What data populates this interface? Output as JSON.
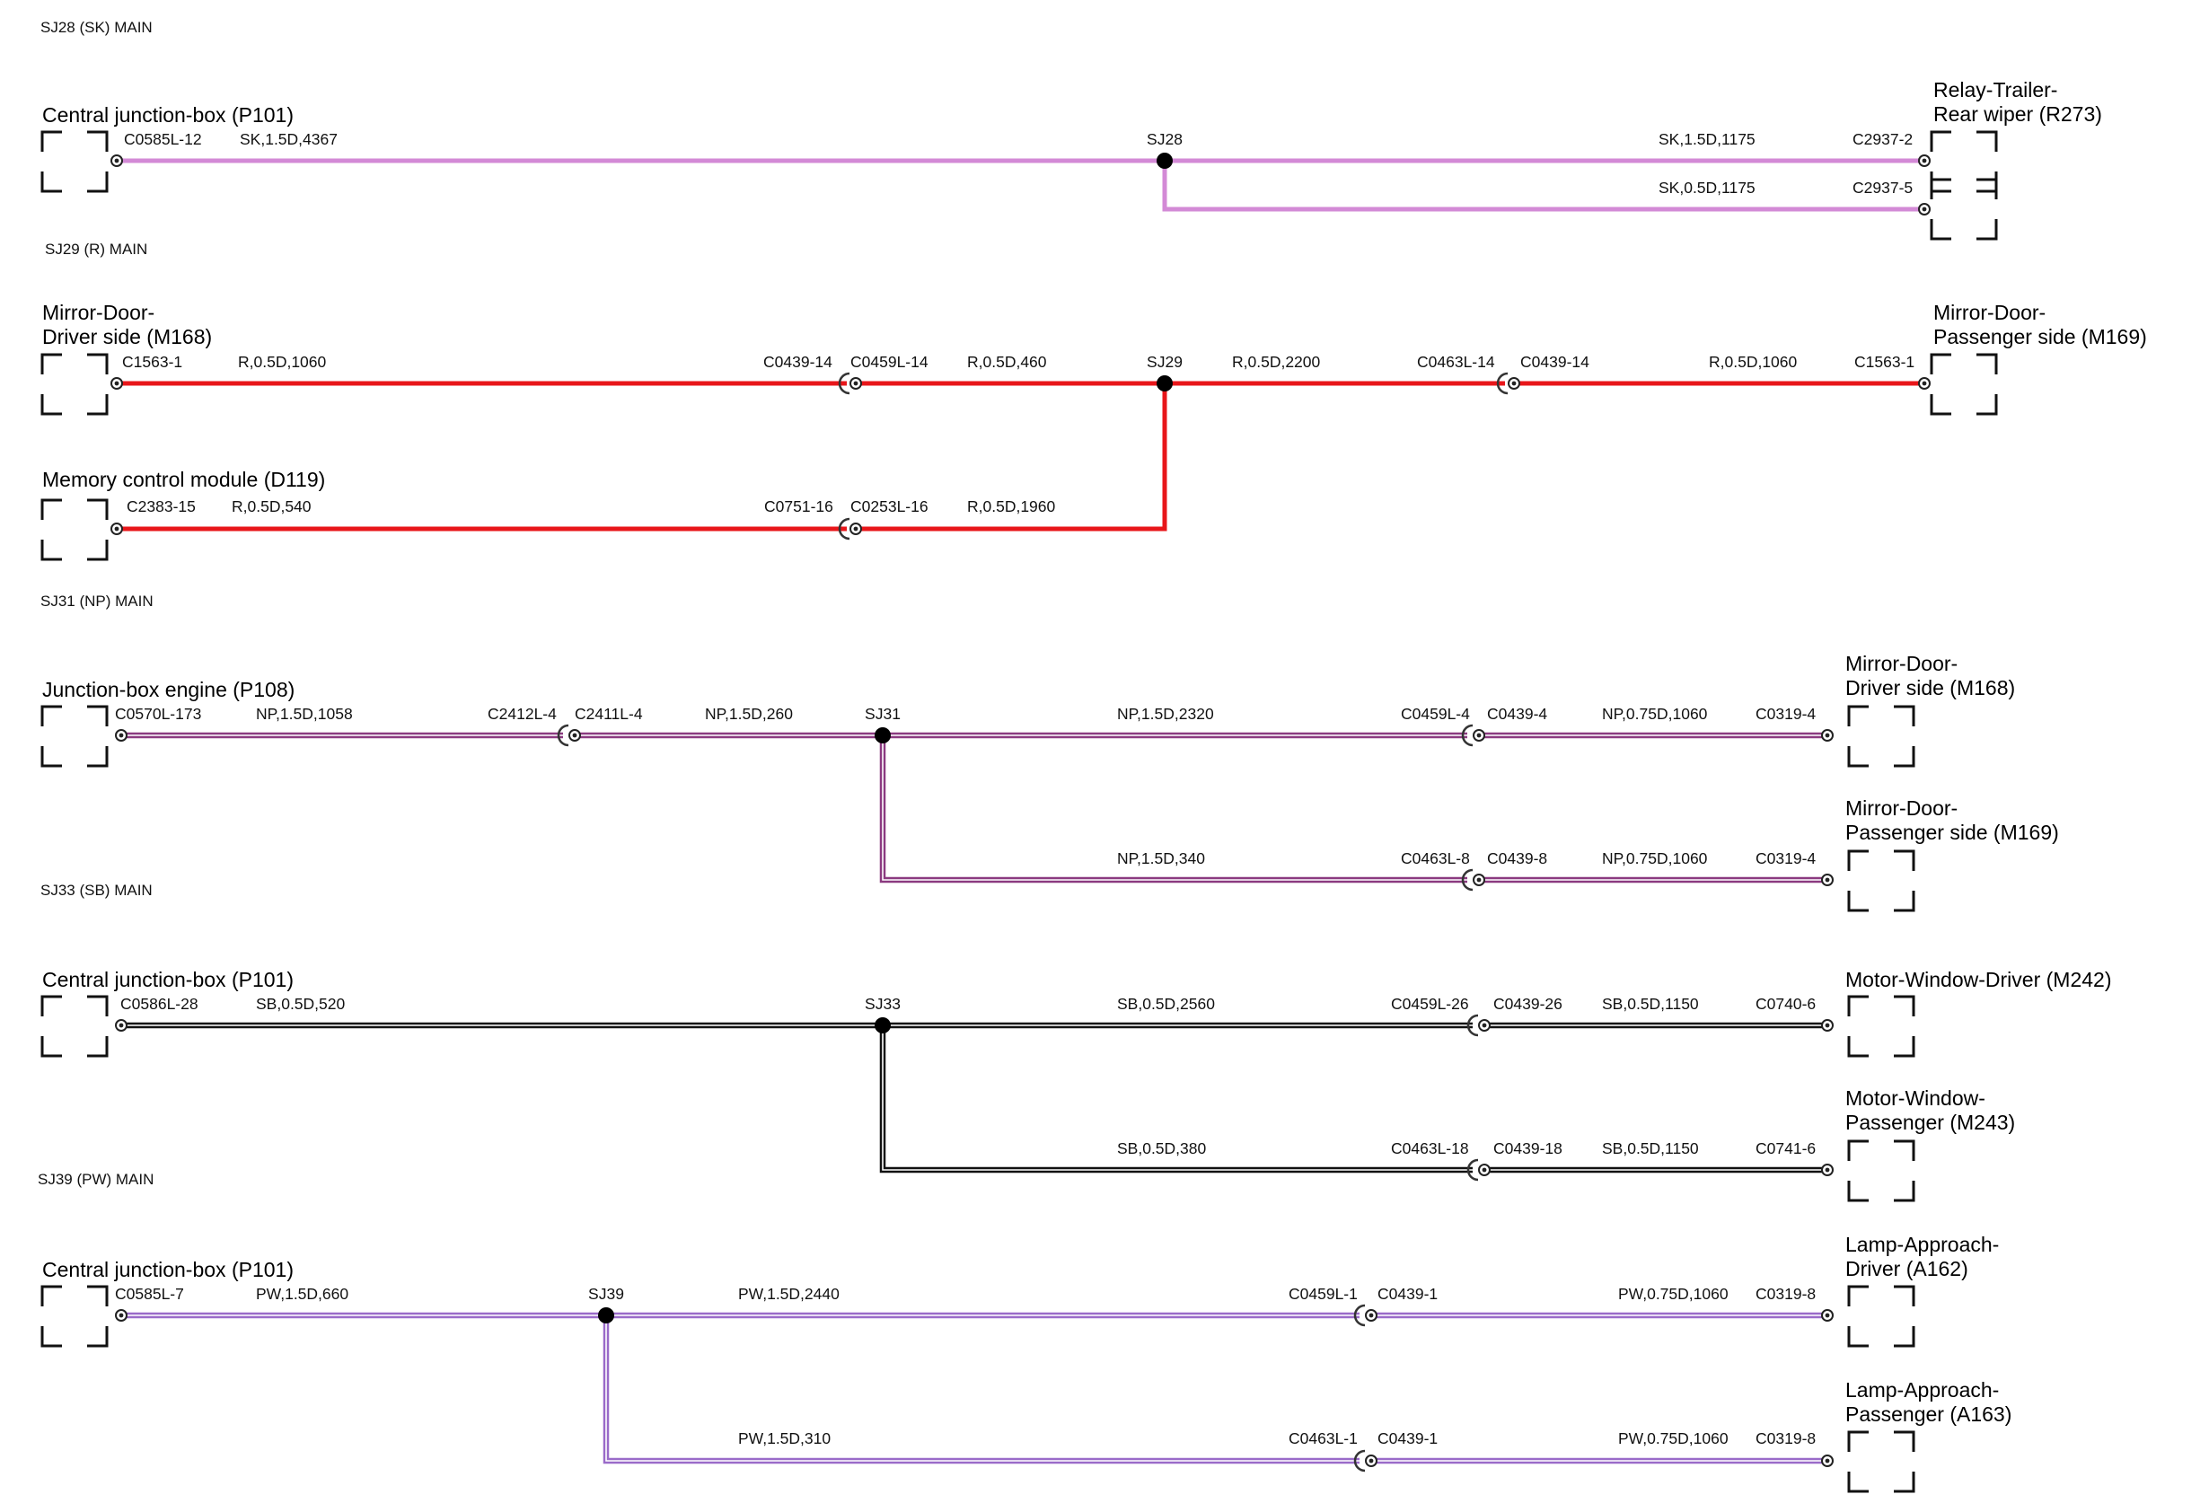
{
  "sections": [
    {
      "title": "SJ28 (SK) MAIN",
      "wire_color": "#d38ad6",
      "wire_style": "single",
      "components": [
        {
          "lines": [
            "Central junction-box (P101)"
          ]
        },
        {
          "lines": [
            "Relay-Trailer-",
            "Rear wiper (R273)"
          ]
        }
      ],
      "splice": "SJ28",
      "labels": [
        "C0585L-12",
        "SK,1.5D,4367",
        "SK,1.5D,1175",
        "C2937-2",
        "SK,0.5D,1175",
        "C2937-5"
      ]
    },
    {
      "title": "SJ29 (R) MAIN",
      "wire_color": "#e8161a",
      "wire_style": "single",
      "components": [
        {
          "lines": [
            "Mirror-Door-",
            "Driver side (M168)"
          ]
        },
        {
          "lines": [
            "Mirror-Door-",
            "Passenger side (M169)"
          ]
        },
        {
          "lines": [
            "Memory control module (D119)"
          ]
        }
      ],
      "splice": "SJ29",
      "labels": [
        "C1563-1",
        "R,0.5D,1060",
        "C0439-14",
        "C0459L-14",
        "R,0.5D,460",
        "R,0.5D,2200",
        "C0463L-14",
        "C0439-14",
        "R,0.5D,1060",
        "C1563-1",
        "C2383-15",
        "R,0.5D,540",
        "C0751-16",
        "C0253L-16",
        "R,0.5D,1960"
      ]
    },
    {
      "title": "SJ31 (NP) MAIN",
      "wire_color": "#8b3a80",
      "wire_style": "striped",
      "components": [
        {
          "lines": [
            "Junction-box engine (P108)"
          ]
        },
        {
          "lines": [
            "Mirror-Door-",
            "Driver side (M168)"
          ]
        },
        {
          "lines": [
            "Mirror-Door-",
            "Passenger side (M169)"
          ]
        }
      ],
      "splice": "SJ31",
      "labels": [
        "C0570L-173",
        "NP,1.5D,1058",
        "C2412L-4",
        "C2411L-4",
        "NP,1.5D,260",
        "NP,1.5D,2320",
        "C0459L-4",
        "C0439-4",
        "NP,0.75D,1060",
        "C0319-4",
        "NP,1.5D,340",
        "C0463L-8",
        "C0439-8",
        "NP,0.75D,1060",
        "C0319-4"
      ]
    },
    {
      "title": "SJ33 (SB) MAIN",
      "wire_color": "#111111",
      "wire_style": "striped",
      "components": [
        {
          "lines": [
            "Central junction-box (P101)"
          ]
        },
        {
          "lines": [
            "Motor-Window-Driver (M242)"
          ]
        },
        {
          "lines": [
            "Motor-Window-",
            "Passenger (M243)"
          ]
        }
      ],
      "splice": "SJ33",
      "labels": [
        "C0586L-28",
        "SB,0.5D,520",
        "SB,0.5D,2560",
        "C0459L-26",
        "C0439-26",
        "SB,0.5D,1150",
        "C0740-6",
        "SB,0.5D,380",
        "C0463L-18",
        "C0439-18",
        "SB,0.5D,1150",
        "C0741-6"
      ]
    },
    {
      "title": "SJ39 (PW) MAIN",
      "wire_color": "#9a6bc9",
      "wire_style": "striped",
      "components": [
        {
          "lines": [
            "Central junction-box (P101)"
          ]
        },
        {
          "lines": [
            "Lamp-Approach-",
            "Driver (A162)"
          ]
        },
        {
          "lines": [
            "Lamp-Approach-",
            "Passenger (A163)"
          ]
        }
      ],
      "splice": "SJ39",
      "labels": [
        "C0585L-7",
        "PW,1.5D,660",
        "PW,1.5D,2440",
        "C0459L-1",
        "C0439-1",
        "PW,0.75D,1060",
        "C0319-8",
        "PW,1.5D,310",
        "C0463L-1",
        "C0439-1",
        "PW,0.75D,1060",
        "C0319-8"
      ]
    }
  ]
}
